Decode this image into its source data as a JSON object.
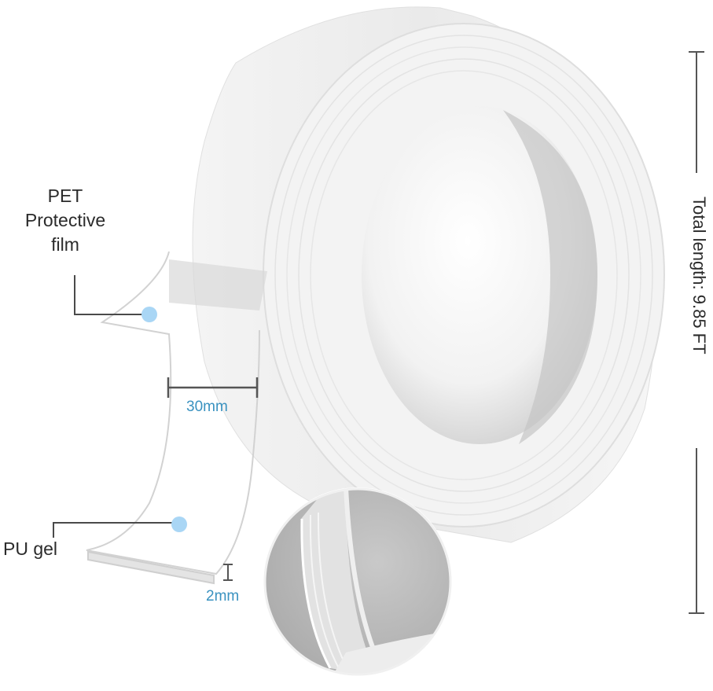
{
  "image": {
    "subject": "Transparent double-sided nano tape roll",
    "background": "#ffffff"
  },
  "labels": {
    "pet_line1": "PET",
    "pet_line2": "Protective",
    "pet_line3": "film",
    "pu_gel": "PU gel",
    "width_dim": "30mm",
    "thickness_dim": "2mm",
    "total_length": "Total length: 9.85 FT"
  },
  "colors": {
    "label_text": "#2b2b2b",
    "dimension_text": "#3a92c0",
    "marker_dot": "#a9d6f5",
    "leader_line": "#4a4a4a",
    "tape_shadow": "#cfcfcf",
    "zoom_circle": "#b9b9b9"
  }
}
